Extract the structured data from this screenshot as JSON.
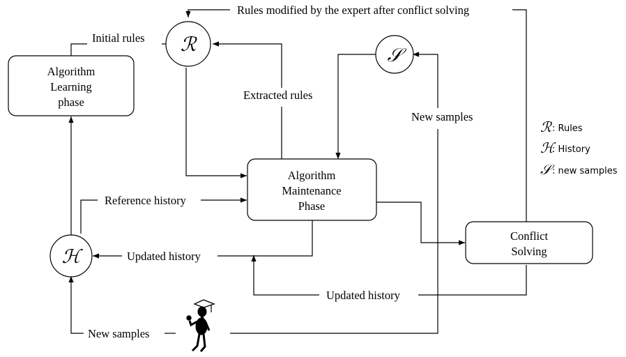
{
  "nodes": {
    "learning": [
      "Algorithm",
      "Learning",
      "phase"
    ],
    "maintenance": [
      "Algorithm",
      "Maintenance",
      "Phase"
    ],
    "conflict": [
      "Conflict",
      "Solving"
    ],
    "rules_symbol": "ℛ",
    "samples_symbol": "𝒮",
    "history_symbol": "ℋ"
  },
  "labels": {
    "initial_rules": "Initial rules",
    "rules_modified": "Rules modified by the expert after conflict solving",
    "extracted_rules": "Extracted rules",
    "new_samples_right": "New samples",
    "reference_history": "Reference history",
    "updated_history_left": "Updated history",
    "updated_history_bottom": "Updated history",
    "new_samples_bottom": "New samples"
  },
  "legend": [
    {
      "symbol": "ℛ",
      "text": ": Rules"
    },
    {
      "symbol": "ℋ",
      "text": ": History"
    },
    {
      "symbol": "𝒮",
      "text": ": new samples"
    }
  ],
  "colors": {
    "stroke": "#000000",
    "background": "#ffffff"
  }
}
